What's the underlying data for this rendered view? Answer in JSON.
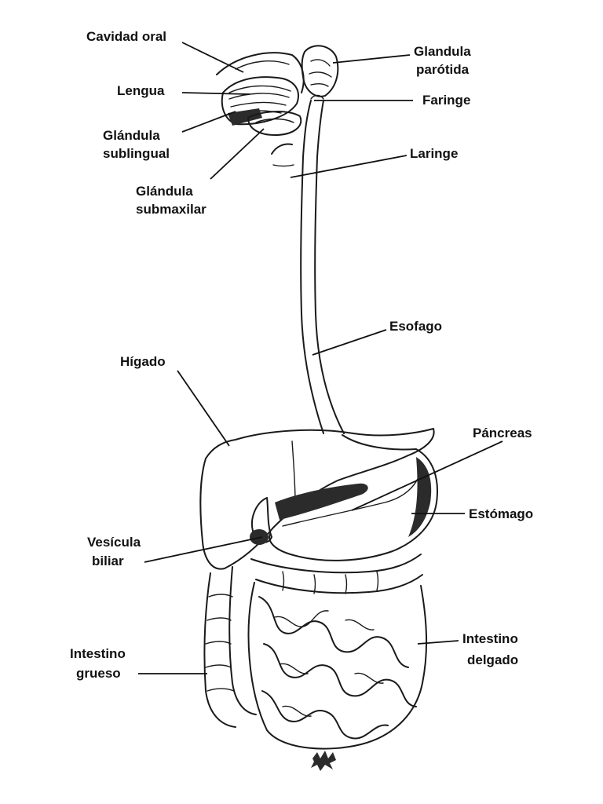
{
  "labels": {
    "cavidad_oral": "Cavidad oral",
    "lengua": "Lengua",
    "glandula_sublingual_1": "Glándula",
    "glandula_sublingual_2": "sublingual",
    "glandula_submaxilar_1": "Glándula",
    "glandula_submaxilar_2": "submaxilar",
    "glandula_parotida_1": "Glandula",
    "glandula_parotida_2": "parótida",
    "faringe": "Faringe",
    "laringe": "Laringe",
    "esofago": "Esofago",
    "higado": "Hígado",
    "pancreas": "Páncreas",
    "estomago": "Estómago",
    "vesicula_1": "Vesícula",
    "vesicula_2": "biliar",
    "intestino_grueso_1": "Intestino",
    "intestino_grueso_2": "grueso",
    "intestino_delgado_1": "Intestino",
    "intestino_delgado_2": "delgado"
  }
}
